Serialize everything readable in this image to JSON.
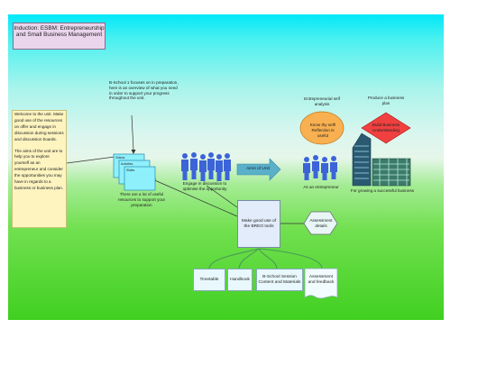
{
  "diagram": {
    "title": "Induction: ESBM: Entrepreneurship and Small Business Management",
    "welcome_p1": "Welcome to the unit. Make good use of the resources on offer and engage in discussion during sessions and discussion boards.",
    "welcome_p2": "The aims of the unit are to help you to explore yourself as an entrepreneur and consider the opportunities you may have in regards to a business or business plan.",
    "bschool_note": "B-School 1 focuses on in preparation, here is an overview of what you need in order to support your progress throughout the unit.",
    "docs": [
      "Videos",
      "Activities",
      "Slides"
    ],
    "docs_caption": "There are a lot of useful resources to support your preparation",
    "engage_caption": "Engage in discussion to optimise the opportunity",
    "aims_label": "Aims of Unit",
    "entrepreneur_caption": "As an entrepreneur",
    "self_analysis_label": "Entrepreneurial self analysis",
    "know_thyself": "Know thy self! Reflection is useful",
    "business_plan_label": "Produce a business plan",
    "build_business": "Build Business Understanding",
    "growing_caption": "For growing a successful business",
    "breo_box": "Make good use of the BREO tools",
    "assessment_details": "Assessment details",
    "tools": [
      "Timetable",
      "Handbook",
      "B-School Session Content and Materials",
      "Assessment and feedback"
    ]
  },
  "colors": {
    "people": "#3c64d8",
    "arrow": "#5ab0c8",
    "oval": "#f8b050",
    "diamond": "#f04040",
    "docs": "#8ef0fa"
  },
  "icons": [
    "person-icon",
    "building-icon",
    "document-icon"
  ]
}
